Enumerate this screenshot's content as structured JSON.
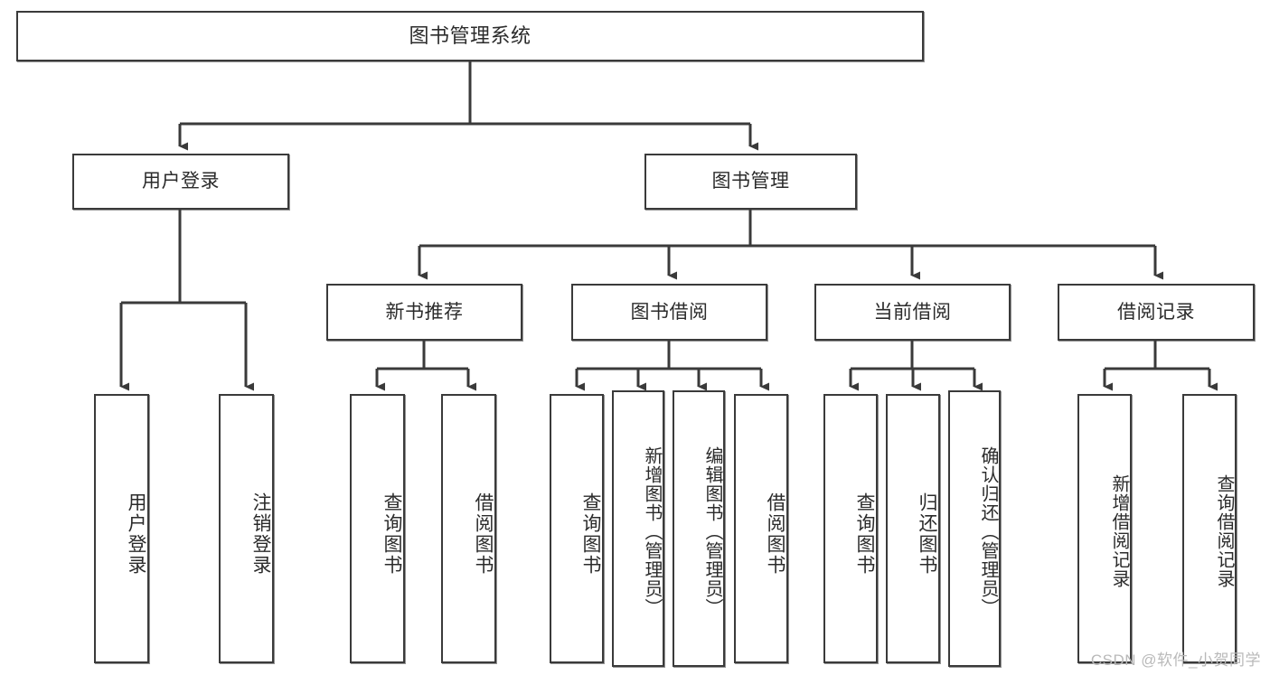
{
  "diagram": {
    "title": "图书管理系统",
    "type": "function-structure-tree",
    "colors": {
      "box_border": "#3a3a3a",
      "box_fill": "#ffffff",
      "edge": "#3a3a3a",
      "text": "#2b2b2b",
      "watermark": "#b9b9b9"
    },
    "watermark": "CSDN @软件_小贺同学",
    "root": {
      "label": "图书管理系统"
    },
    "level2": [
      {
        "id": "user-login",
        "label": "用户登录"
      },
      {
        "id": "book-manage",
        "label": "图书管理"
      }
    ],
    "level3": [
      {
        "id": "new-book-recommend",
        "label": "新书推荐"
      },
      {
        "id": "book-borrow",
        "label": "图书借阅"
      },
      {
        "id": "current-borrow",
        "label": "当前借阅"
      },
      {
        "id": "borrow-record",
        "label": "借阅记录"
      }
    ],
    "leaves": {
      "user_login": [
        {
          "id": "leaf-user-login",
          "label": "用户登录"
        },
        {
          "id": "leaf-logout-login",
          "label": "注销登录"
        }
      ],
      "new_book_recommend": [
        {
          "id": "leaf-query-book-1",
          "label": "查询图书"
        },
        {
          "id": "leaf-borrow-book-1",
          "label": "借阅图书"
        }
      ],
      "book_borrow": [
        {
          "id": "leaf-query-book-2",
          "label": "查询图书"
        },
        {
          "id": "leaf-add-book",
          "label": "新增图书（管理员）"
        },
        {
          "id": "leaf-edit-book",
          "label": "编辑图书（管理员）"
        },
        {
          "id": "leaf-borrow-book-2",
          "label": "借阅图书"
        }
      ],
      "current_borrow": [
        {
          "id": "leaf-query-book-3",
          "label": "查询图书"
        },
        {
          "id": "leaf-return-book",
          "label": "归还图书"
        },
        {
          "id": "leaf-confirm-return",
          "label": "确认归还（管理员）"
        }
      ],
      "borrow_record": [
        {
          "id": "leaf-add-record",
          "label": "新增借阅记录"
        },
        {
          "id": "leaf-query-record",
          "label": "查询借阅记录"
        }
      ]
    }
  }
}
